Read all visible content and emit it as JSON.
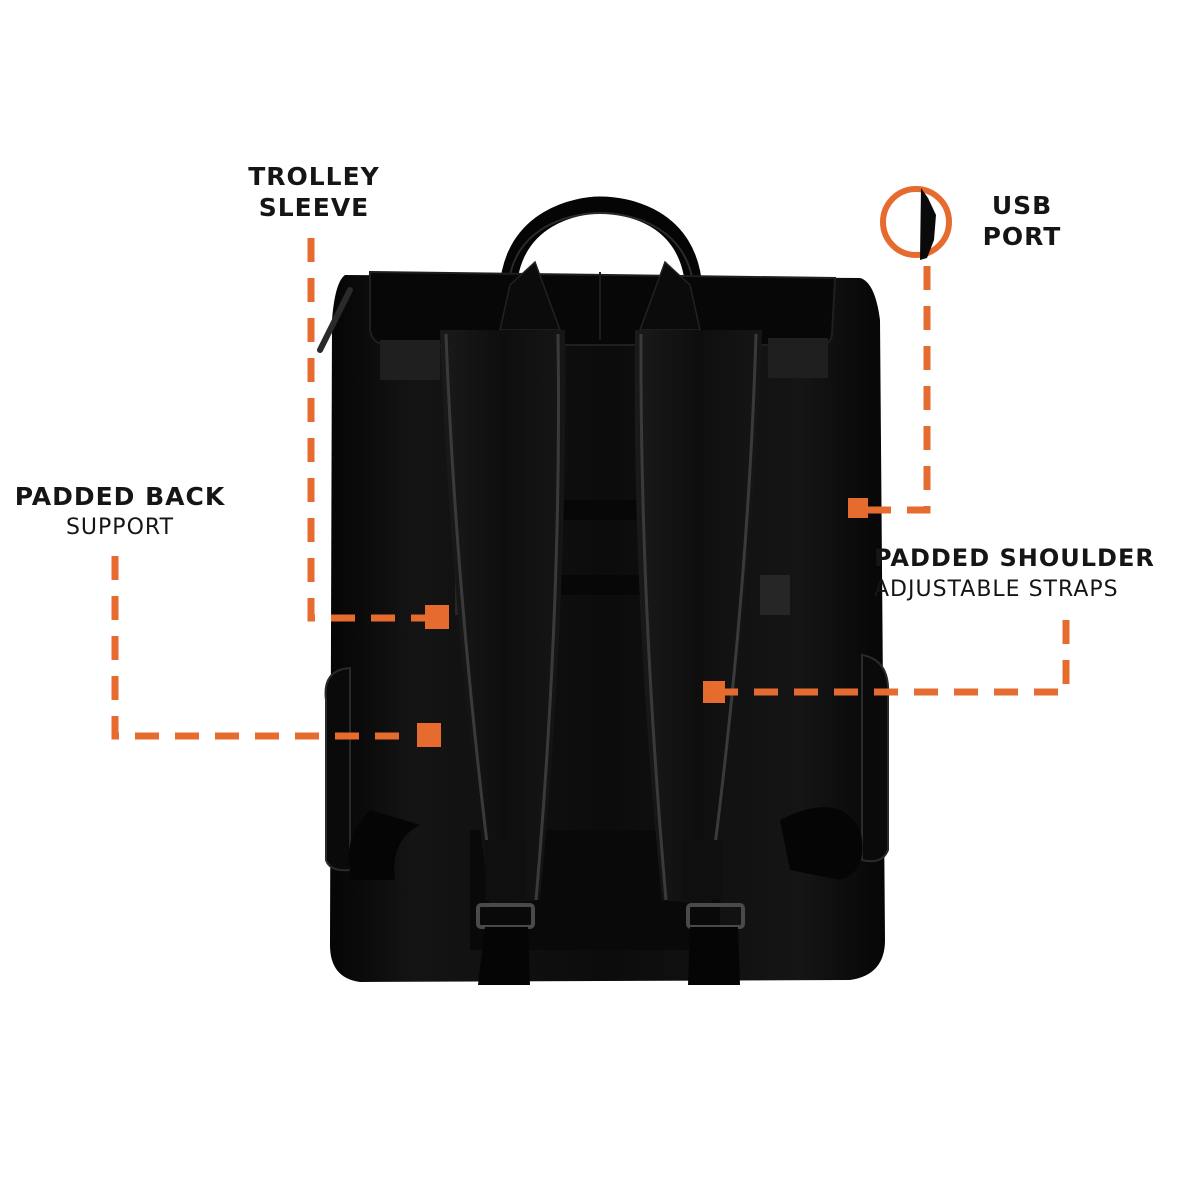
{
  "colors": {
    "accent": "#e56b2f",
    "bag": "#0d0d0d",
    "bag_light": "#1f1f1f",
    "leather": "#050505",
    "text": "#151515",
    "background": "#ffffff"
  },
  "image": {
    "subject": "black backpack, rear view",
    "alt": "Backpack rear view with annotated features"
  },
  "callouts": [
    {
      "id": "trolley-sleeve",
      "line1": "TROLLEY",
      "line2": "SLEEVE"
    },
    {
      "id": "usb-port",
      "line1": "USB",
      "line2": "PORT"
    },
    {
      "id": "padded-back",
      "line1": "PADDED BACK",
      "line2": "SUPPORT"
    },
    {
      "id": "padded-shoulder",
      "line1": "PADDED SHOULDER",
      "line2": "ADJUSTABLE STRAPS"
    }
  ]
}
